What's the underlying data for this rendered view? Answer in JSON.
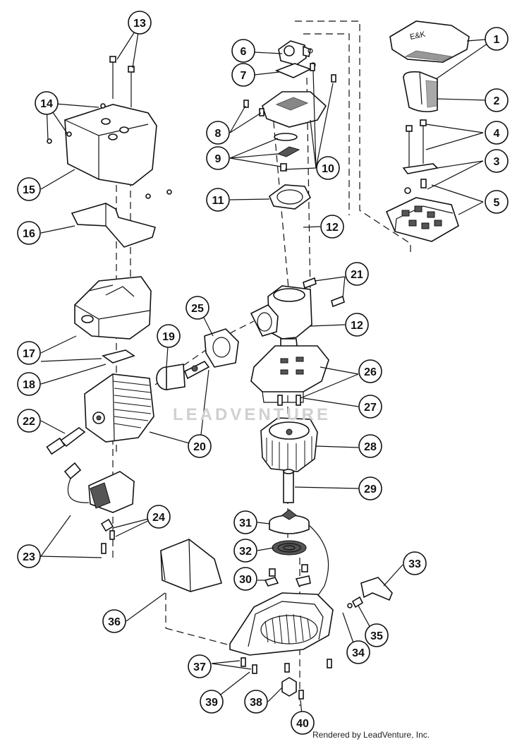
{
  "diagram": {
    "callouts": [
      "1",
      "2",
      "3",
      "4",
      "5",
      "6",
      "7",
      "8",
      "9",
      "10",
      "11",
      "12",
      "12",
      "13",
      "14",
      "15",
      "16",
      "17",
      "18",
      "19",
      "20",
      "21",
      "22",
      "23",
      "24",
      "25",
      "26",
      "27",
      "28",
      "29",
      "30",
      "31",
      "32",
      "33",
      "34",
      "35",
      "36",
      "37",
      "38",
      "39",
      "40"
    ],
    "watermark": "LEADVENTURE",
    "credit": "Rendered by LeadVenture, Inc.",
    "logo_text": "E&K"
  }
}
